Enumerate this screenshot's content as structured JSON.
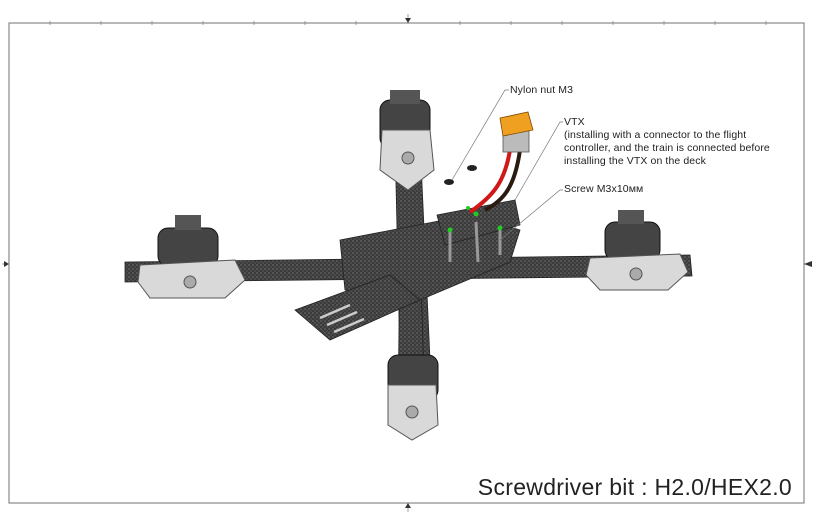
{
  "callouts": {
    "nylon_nut": "Nylon nut M3",
    "vtx_title": "VTX",
    "vtx_line1": "(installing with a connector to the flight",
    "vtx_line2": "controller, and the train is connected before",
    "vtx_line3": "installing the VTX on the deck",
    "screw": "Screw M3x10мм"
  },
  "title_block": {
    "text": "Screwdriver bit : H2.0/HEX2.0"
  },
  "colors": {
    "carbon": "#3a3a3a",
    "motor": "#444444",
    "motor_cap": "#d9d9d9",
    "connector": "#f0a020",
    "wire_red": "#d01818",
    "accent_green": "#22cc22"
  }
}
